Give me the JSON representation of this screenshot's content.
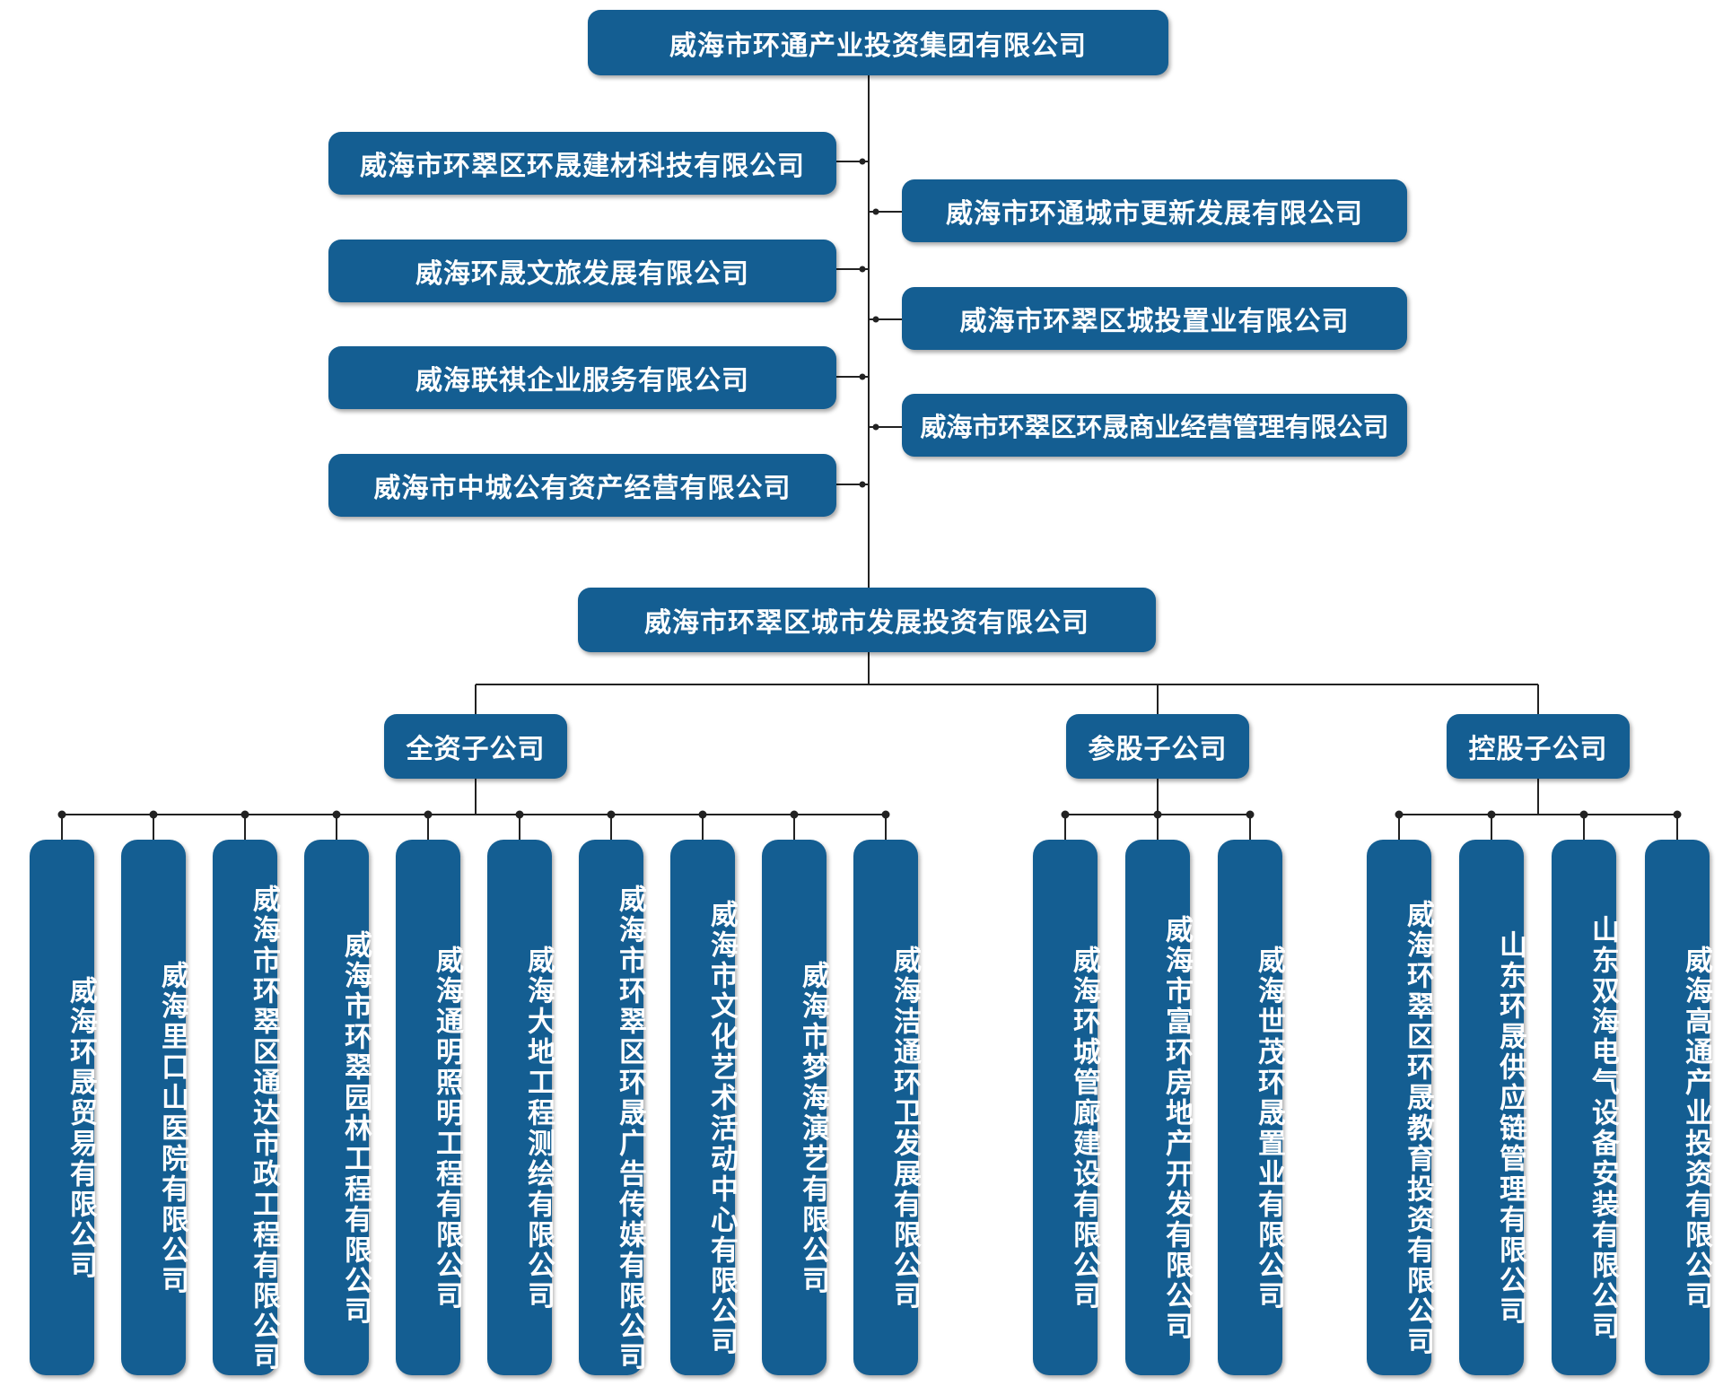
{
  "group": "威海市环通产业投资集团有限公司",
  "left_subsidiaries": [
    "威海市环翠区环晟建材科技有限公司",
    "威海环晟文旅发展有限公司",
    "威海联祺企业服务有限公司",
    "威海市中城公有资产经营有限公司"
  ],
  "right_subsidiaries": [
    "威海市环通城市更新发展有限公司",
    "威海市环翠区城投置业有限公司",
    "威海市环翠区环晟商业经营管理有限公司"
  ],
  "city_dev": "威海市环翠区城市发展投资有限公司",
  "categories": {
    "wholly_owned": {
      "label": "全资子公司",
      "companies": [
        "威海环晟贸易有限公司",
        "威海里口山医院有限公司",
        "威海市环翠区通达市政工程有限公司",
        "威海市环翠园林工程有限公司",
        "威海通明照明工程有限公司",
        "威海大地工程测绘有限公司",
        "威海市环翠区环晟广告传媒有限公司",
        "威海市文化艺术活动中心有限公司",
        "威海市梦海演艺有限公司",
        "威海洁通环卫发展有限公司"
      ]
    },
    "participating": {
      "label": "参股子公司",
      "companies": [
        "威海环城管廊建设有限公司",
        "威海市富环房地产开发有限公司",
        "威海世茂环晟置业有限公司"
      ]
    },
    "controlled": {
      "label": "控股子公司",
      "companies": [
        "威海环翠区环晟教育投资有限公司",
        "山东环晟供应链管理有限公司",
        "山东双海电气设备安装有限公司",
        "威海高通产业投资有限公司"
      ]
    }
  },
  "colors": {
    "box": "#145e92",
    "text": "#ffffff",
    "line": "#222222"
  }
}
